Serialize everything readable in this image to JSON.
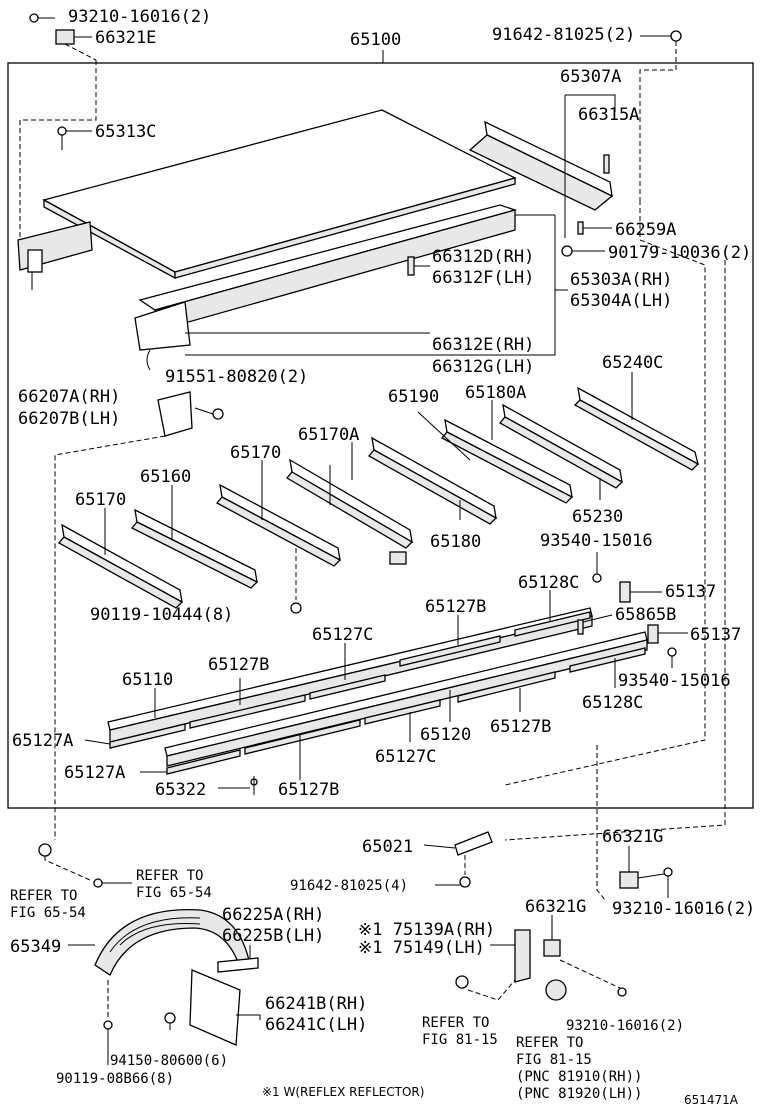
{
  "labels": {
    "p93210_16016_top": "93210-16016(2)",
    "p66321E": "66321E",
    "p65100": "65100",
    "p91642_81025_top": "91642-81025(2)",
    "p65307A": "65307A",
    "p66315A": "66315A",
    "p65313C": "65313C",
    "p66259A": "66259A",
    "p90179_10036": "90179-10036(2)",
    "p66312D": "66312D(RH)",
    "p66312F": "66312F(LH)",
    "p65303A": "65303A(RH)",
    "p65304A": "65304A(LH)",
    "p66312E": "66312E(RH)",
    "p66312G": "66312G(LH)",
    "p91551_80820": "91551-80820(2)",
    "p66207A": "66207A(RH)",
    "p66207B": "66207B(LH)",
    "p65240C": "65240C",
    "p65190": "65190",
    "p65180A": "65180A",
    "p65170A": "65170A",
    "p65170_mid": "65170",
    "p65160": "65160",
    "p65170_left": "65170",
    "p65180": "65180",
    "p65230": "65230",
    "p93540_15016_top": "93540-15016",
    "p90119_10444": "90119-10444(8)",
    "p65128C_top": "65128C",
    "p65137_top": "65137",
    "p65127B_top": "65127B",
    "p65865B": "65865B",
    "p65127C_top": "65127C",
    "p65137_bot": "65137",
    "p65110": "65110",
    "p65127B_mid": "65127B",
    "p93540_15016_bot": "93540-15016",
    "p65128C_bot": "65128C",
    "p65127A_top": "65127A",
    "p65120": "65120",
    "p65127B_low": "65127B",
    "p65127C_low": "65127C",
    "p65127A_bot": "65127A",
    "p65322": "65322",
    "p65127B_bot": "65127B",
    "p65021": "65021",
    "p66321G_top": "66321G",
    "refer_to_a": "REFER TO",
    "fig_65_54_a": "FIG 65-54",
    "refer_to_b": "REFER TO",
    "fig_65_54_b": "FIG 65-54",
    "p91642_81025_bot": "91642-81025(4)",
    "p66321G_bot": "66321G",
    "p93210_16016_mid": "93210-16016(2)",
    "p66225A": "66225A(RH)",
    "p66225B": "66225B(LH)",
    "p75139A": "※1 75139A(RH)",
    "p75149": "※1 75149(LH)",
    "p65349": "65349",
    "p66241B": "66241B(RH)",
    "p66241C": "66241C(LH)",
    "refer_to_c": "REFER TO",
    "fig_81_15_a": "FIG 81-15",
    "p93210_16016_bot": "93210-16016(2)",
    "refer_to_d": "REFER TO",
    "fig_81_15_b": "FIG 81-15",
    "pnc_81910": "(PNC 81910(RH))",
    "pnc_81920": "(PNC 81920(LH))",
    "p94150_80600": "94150-80600(6)",
    "p90119_08B66": "90119-08B66(8)",
    "footnote": "※1 W(REFLEX REFLECTOR)",
    "diagram_id": "651471A"
  }
}
